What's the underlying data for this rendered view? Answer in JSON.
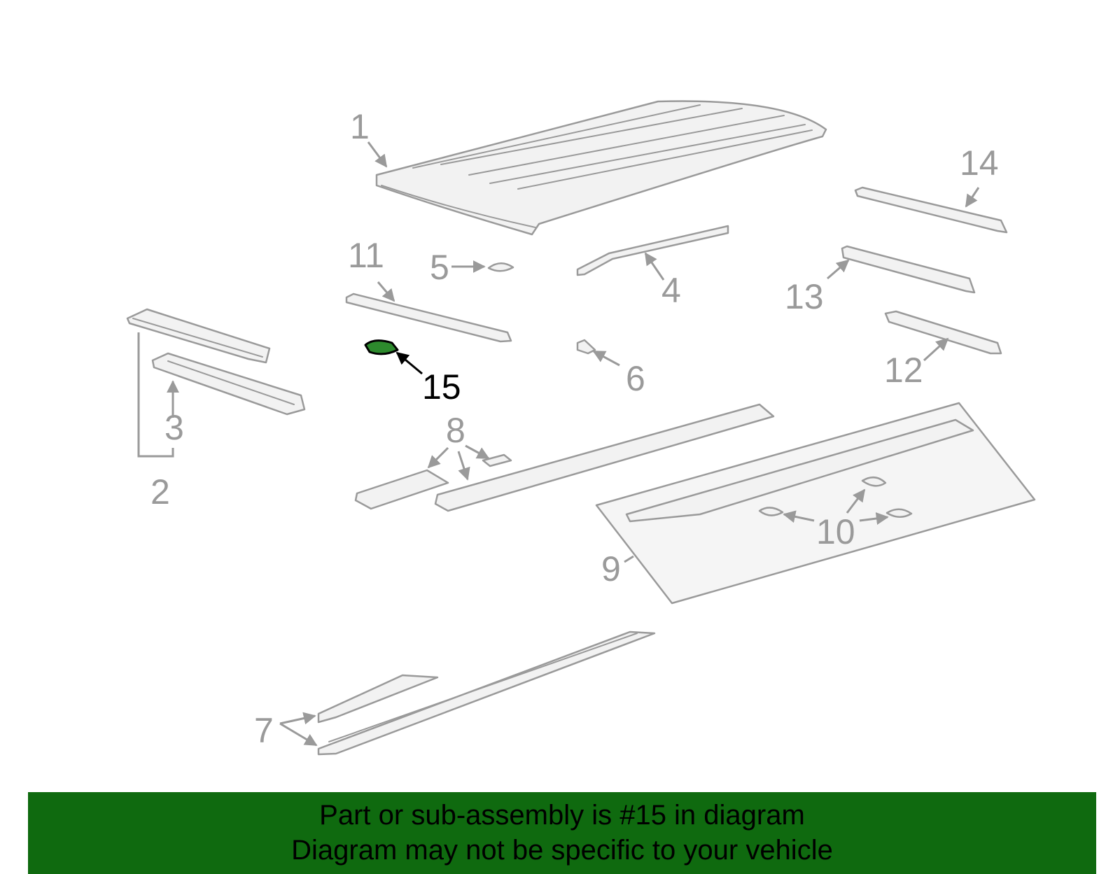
{
  "callouts": {
    "c1": "1",
    "c2": "2",
    "c3": "3",
    "c4": "4",
    "c5": "5",
    "c6": "6",
    "c7": "7",
    "c8": "8",
    "c9": "9",
    "c10": "10",
    "c11": "11",
    "c12": "12",
    "c13": "13",
    "c14": "14",
    "c15": "15"
  },
  "highlight": {
    "part_number": "15",
    "color": "#0f6a0f"
  },
  "banner": {
    "line1": "Part or sub-assembly is #15 in diagram",
    "line2": "Diagram may not be specific to your vehicle",
    "background": "#0f6a0f"
  }
}
